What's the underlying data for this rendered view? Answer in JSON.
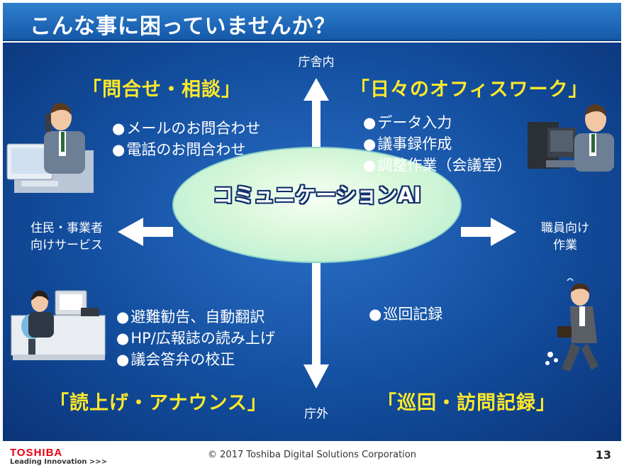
{
  "title": "こんな事に困っていませんか？",
  "axes": {
    "top": "庁舎内",
    "bottom": "庁外",
    "left": [
      "住民・事業者",
      "向けサービス"
    ],
    "right": [
      "職員向け",
      "作業"
    ]
  },
  "center": "コミュニケーションAI",
  "quadrants": {
    "top_left": {
      "title": "「問合せ・相談」",
      "items": [
        "メールのお問合わせ",
        "電話のお問合わせ"
      ]
    },
    "top_right": {
      "title": "「日々のオフィスワーク」",
      "items": [
        "データ入力",
        "議事録作成",
        "調整作業（会議室）"
      ]
    },
    "bottom_left": {
      "title": "「読上げ・アナウンス」",
      "items": [
        "避難勧告、自動翻訳",
        "HP/広報誌の読み上げ",
        "議会答弁の校正"
      ]
    },
    "bottom_right": {
      "title": "「巡回・訪問記録」",
      "items": [
        "巡回記録"
      ]
    }
  },
  "footer": {
    "copyright": "© 2017 Toshiba Digital Solutions Corporation",
    "logo": "TOSHIBA",
    "tagline": "Leading Innovation >>>",
    "page": "13"
  },
  "colors": {
    "title_bar": "#1f6bbd",
    "background": "#134e9e",
    "quad_title": "#ffe92a",
    "ellipse": "#d8f7d8",
    "logo": "#e60012"
  },
  "icons": [
    "person-phone-computer-icon",
    "person-desktop-computer-icon",
    "person-headset-desk-icon",
    "person-running-briefcase-icon"
  ]
}
